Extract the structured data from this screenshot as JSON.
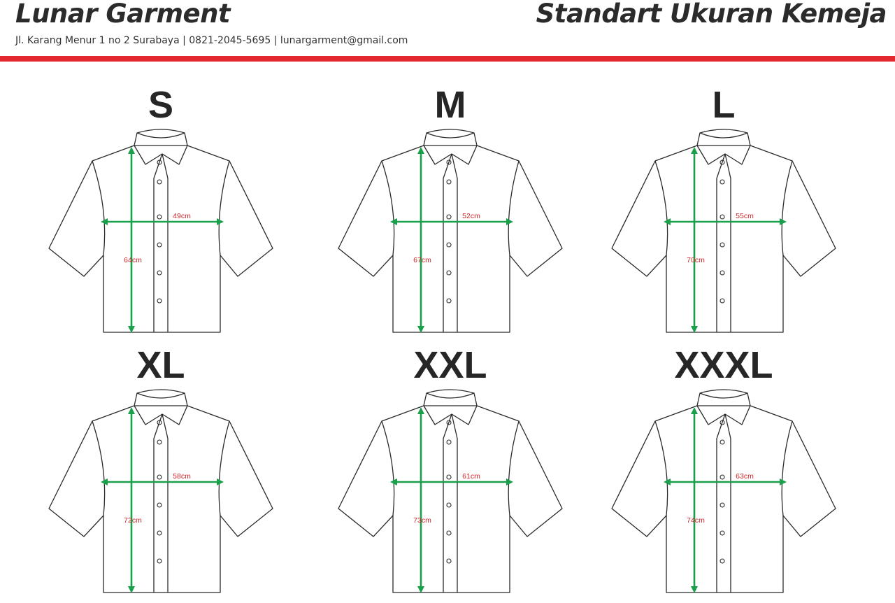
{
  "header": {
    "brand": "Lunar Garment",
    "title": "Standart Ukuran Kemeja",
    "contact": "Jl. Karang Menur 1 no 2 Surabaya | 0821-2045-5695 | lunargarment@gmail.com"
  },
  "colors": {
    "accent_rule": "#e3282f",
    "arrow": "#1aa04a",
    "measure_text": "#d0262b",
    "outline": "#2a2a2a"
  },
  "sizes": [
    {
      "label": "S",
      "width": "49cm",
      "length": "64cm"
    },
    {
      "label": "M",
      "width": "52cm",
      "length": "67cm"
    },
    {
      "label": "L",
      "width": "55cm",
      "length": "70cm"
    },
    {
      "label": "XL",
      "width": "58cm",
      "length": "72cm"
    },
    {
      "label": "XXL",
      "width": "61cm",
      "length": "73cm"
    },
    {
      "label": "XXXL",
      "width": "63cm",
      "length": "74cm"
    }
  ]
}
